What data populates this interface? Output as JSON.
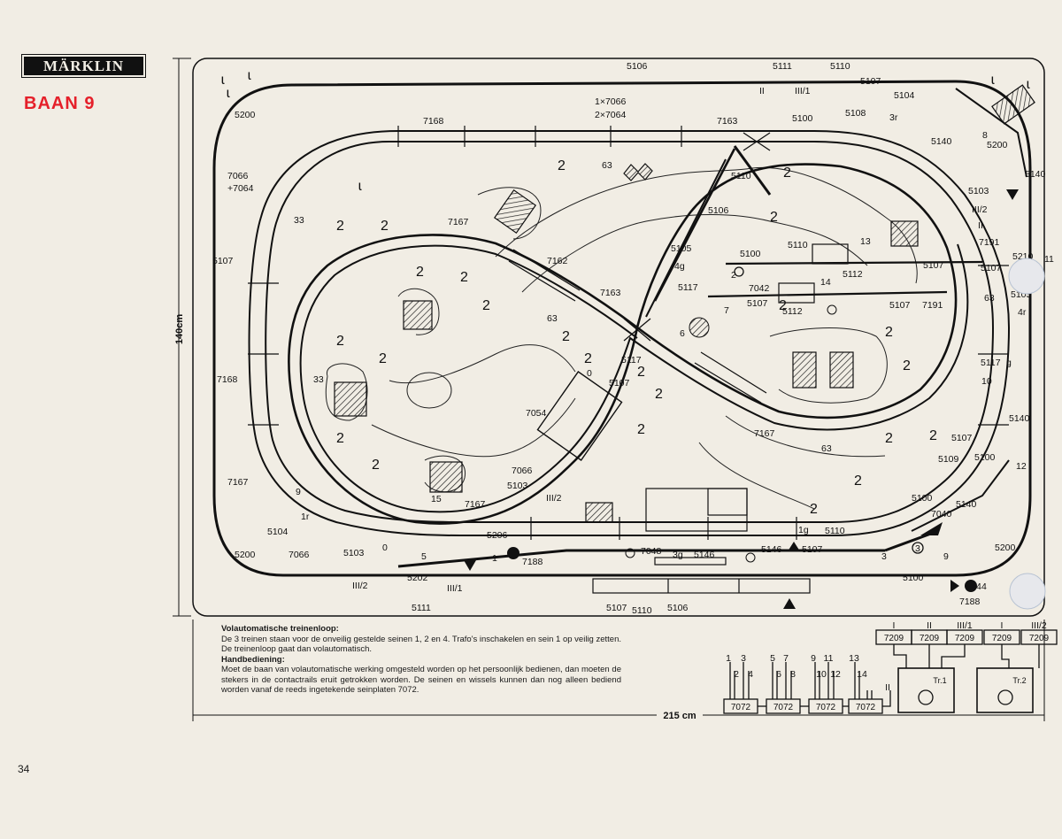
{
  "brand": "MÄRKLIN",
  "page_title": "BAAN 9",
  "page_number": "34",
  "dimensions": {
    "height": "140cm",
    "width": "215 cm"
  },
  "description": {
    "heading1": "Volautomatische treinenloop:",
    "text1": "De 3 treinen staan voor de onveilig gestelde seinen 1, 2 en 4. Trafo's inschakelen en sein 1 op veilig zetten. De treinenloop gaat dan volautomatisch.",
    "heading2": "Handbediening:",
    "text2": "Moet de baan van volautomatische werking omgesteld worden op het persoonlijk bedienen, dan moeten de stekers in de contactrails eruit getrokken worden. De seinen en wissels kunnen dan nog alleen bediend worden vanaf de reeds ingetekende seinplaten 7072."
  },
  "track_labels": [
    {
      "t": "5106"
    },
    {
      "t": "5111"
    },
    {
      "t": "5110"
    },
    {
      "t": "5107"
    },
    {
      "t": "II"
    },
    {
      "t": "III/1"
    },
    {
      "t": "5200"
    },
    {
      "t": "7168"
    },
    {
      "t": "1×7066"
    },
    {
      "t": "2×7064"
    },
    {
      "t": "7163"
    },
    {
      "t": "5100"
    },
    {
      "t": "5108"
    },
    {
      "t": "5104"
    },
    {
      "t": "3r"
    },
    {
      "t": "5140"
    },
    {
      "t": "8"
    },
    {
      "t": "5200"
    },
    {
      "t": "7066"
    },
    {
      "t": "+7064"
    },
    {
      "t": "63"
    },
    {
      "t": "5110"
    },
    {
      "t": "5140"
    },
    {
      "t": "5103"
    },
    {
      "t": "III/2"
    },
    {
      "t": "II"
    },
    {
      "t": "33"
    },
    {
      "t": "7167"
    },
    {
      "t": "5106"
    },
    {
      "t": "5110"
    },
    {
      "t": "13"
    },
    {
      "t": "7191"
    },
    {
      "t": "5105"
    },
    {
      "t": "4g"
    },
    {
      "t": "5100"
    },
    {
      "t": "5112"
    },
    {
      "t": "5107"
    },
    {
      "t": "7162"
    },
    {
      "t": "7042"
    },
    {
      "t": "14"
    },
    {
      "t": "5107"
    },
    {
      "t": "5112"
    },
    {
      "t": "5107"
    },
    {
      "t": "7191"
    },
    {
      "t": "63"
    },
    {
      "t": "4r"
    },
    {
      "t": "5117"
    },
    {
      "t": "5107"
    },
    {
      "t": "7163"
    },
    {
      "t": "7"
    },
    {
      "t": "6"
    },
    {
      "t": "63"
    },
    {
      "t": "5117"
    },
    {
      "t": "5117"
    },
    {
      "t": "g"
    },
    {
      "t": "10"
    },
    {
      "t": "7168"
    },
    {
      "t": "33"
    },
    {
      "t": "0"
    },
    {
      "t": "5107"
    },
    {
      "t": "7054"
    },
    {
      "t": "5140"
    },
    {
      "t": "7167"
    },
    {
      "t": "5107"
    },
    {
      "t": "63"
    },
    {
      "t": "5109"
    },
    {
      "t": "5100"
    },
    {
      "t": "12"
    },
    {
      "t": "7066"
    },
    {
      "t": "5103"
    },
    {
      "t": "III/2"
    },
    {
      "t": "7167"
    },
    {
      "t": "9"
    },
    {
      "t": "1r"
    },
    {
      "t": "15"
    },
    {
      "t": "7167"
    },
    {
      "t": "5100"
    },
    {
      "t": "5140"
    },
    {
      "t": "7040"
    },
    {
      "t": "5104"
    },
    {
      "t": "5206"
    },
    {
      "t": "1g"
    },
    {
      "t": "5110"
    },
    {
      "t": "5200"
    },
    {
      "t": "7066"
    },
    {
      "t": "5103"
    },
    {
      "t": "0"
    },
    {
      "t": "5"
    },
    {
      "t": "7188"
    },
    {
      "t": "7048"
    },
    {
      "t": "3g"
    },
    {
      "t": "5146"
    },
    {
      "t": "5146"
    },
    {
      "t": "5107"
    },
    {
      "t": "3"
    },
    {
      "t": "9"
    },
    {
      "t": "5200"
    },
    {
      "t": "5202"
    },
    {
      "t": "III/2"
    },
    {
      "t": "III/1"
    },
    {
      "t": "5100"
    },
    {
      "t": "7188"
    },
    {
      "t": "4"
    },
    {
      "t": "5111"
    },
    {
      "t": "5107"
    },
    {
      "t": "5110"
    },
    {
      "t": "5106"
    },
    {
      "t": "1"
    },
    {
      "t": "2"
    },
    {
      "t": "3"
    },
    {
      "t": "4"
    },
    {
      "t": "5107"
    },
    {
      "t": "5210"
    },
    {
      "t": "5105"
    },
    {
      "t": "11"
    }
  ],
  "control_panel": {
    "signal_plate_model": "7072",
    "plates": [
      {
        "top": [
          "1",
          "3"
        ],
        "mid": [
          "2",
          "4"
        ]
      },
      {
        "top": [
          "5",
          "7"
        ],
        "mid": [
          "6",
          "8"
        ]
      },
      {
        "top": [
          "9",
          "11"
        ],
        "mid": [
          "10",
          "12"
        ]
      },
      {
        "top": [
          "13"
        ],
        "mid": [
          "14"
        ]
      }
    ],
    "plate_extra_label": "II",
    "relay_model": "7209",
    "relay_labels": [
      "I",
      "II",
      "III/1",
      "I",
      "III/2"
    ],
    "transformers": [
      "Tr.1",
      "Tr.2"
    ]
  }
}
